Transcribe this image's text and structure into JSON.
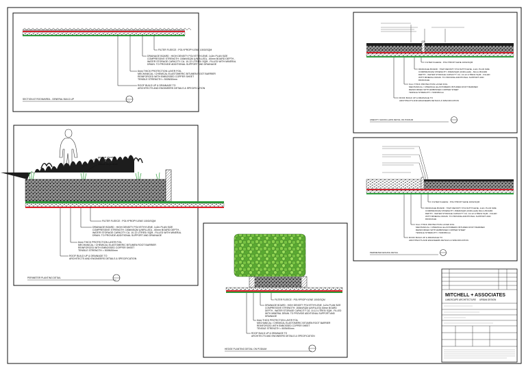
{
  "sheet": {
    "background": "#ffffff",
    "line_color": "#111111",
    "membrane_color": "#e0202a",
    "drainage_color": "#2e9e3c",
    "planting_color": "#6fbf3a"
  },
  "section_a": {
    "title": "SECTION AT ROOM/AREA - GENERAL BUILD-UP",
    "callouts": [
      "FILTER FLEECE : POLYPROPYLENE 100G/SQM",
      "DRAINAGE BOARD : HIGH DENSITY POLYETHYLENE, 1x2m PLAN SIZE",
      "COMPRESSIVE STRENGTH: 150kN/SQM (UNFILLED) - 60mm BOARD DEPTH -",
      "WATER STORAGE CAPACITY CA. 10-12 LITRES/ SQM - FILLED WITH MINERAL",
      "DRAIN. TO PROVIDE ADDITIONAL SUPPORT AND DRAINAGE",
      "6mm THICK PROTECTION LAYER FOIL",
      "MECHANICAL / CHEMICAL ELASTOMERIC BITUMEN ROOT BARRIER",
      "REINFORCED WITH EMBOSSED COPPER SHEET",
      "TENSILE STRENGTH = 500N/50mm",
      "ROOF BUILD UP & DRAINAGE TO",
      "ARCHITECTS AND ENGINEERS DETAILS & SPECIFICATION"
    ]
  },
  "section_b": {
    "title": "PERIMETER PLANTING DETAIL",
    "planting_note_1": "general planting",
    "planting_note_2": "shrubs on podium",
    "callouts": [
      "FILTER FLEECE : POLYPROPYLENE 100G/SQM",
      "DRAINAGE BOARD : HIGH DENSITY POLYETHYLENE, 1x2m PLAN SIZE",
      "COMPRESSIVE STRENGTH: 150kN/SQM (UNFILLED) - 60mm BOARD DEPTH -",
      "WATER STORAGE CAPACITY CA. 10-12 LITRES/ SQM - FILLED WITH MINERAL",
      "DRAIN. TO PROVIDE ADDITIONAL SUPPORT AND DRAINAGE",
      "6mm THICK PROTECTION LAYER FOIL",
      "MECHANICAL / CHEMICAL ELASTOMERIC BITUMEN ROOT BARRIER",
      "REINFORCED WITH EMBOSSED COPPER SHEET",
      "TENSILE STRENGTH = 500N/50mm",
      "ROOF BUILD UP & DRAINAGE TO",
      "ARCHITECTS AND ENGINEERS DETAILS & SPECIFICATION"
    ]
  },
  "section_c": {
    "title": "HEDGE PLANTING DETAIL ON PODIUM",
    "callouts": [
      "FILTER FLEECE : POLYPROPYLENE 100G/SQM",
      "DRAINAGE BOARD : HIGH DENSITY POLYETHYLENE, 1x2m PLAN SIZE",
      "COMPRESSIVE STRENGTH: 150kN/SQM (UNFILLED) 60mm BOARD",
      "DEPTH - WATER STORAGE CAPACITY CA. 10-12 LITRES/ SQM - FILLED",
      "WITH MINERAL DRAIN. TO PROVIDE ADDITIONAL SUPPORT AND",
      "DRAINAGE",
      "6mm THICK PROTECTION LAYER FOIL",
      "MECHANICAL / CHEMICAL ELASTOMERIC BITUMEN ROOT BARRIER",
      "REINFORCED WITH EMBOSSED COPPER SHEET",
      "TENSILE STRENGTH = 500N/50mm",
      "ROOF BUILD UP & DRAINAGE TO",
      "ARCHITECTS AND ENGINEERS DETAILS & SPECIFICATION"
    ]
  },
  "section_d": {
    "title": "AMENITY GRASS LAWN DETAIL ON PODIUM",
    "callouts": [
      "FILTER FLEECE : POLYPROPYLENE 100G/SQM",
      "DRAINAGE BOARD : HIGH DENSITY POLYETHYLENE, 1x2m PLAN SIZE",
      "COMPRESSIVE STRENGTH: 150kN/SQM (UNFILLED) - 60mm BOARD",
      "DEPTH - WATER STORAGE CAPACITY CA. 10-12 LITRES/ SQM - FILLED",
      "WITH MINERAL DRAIN. TO PROVIDE ADDITIONAL SUPPORT AND",
      "DRAINAGE",
      "6mm THICK PROTECTION LAYER FOIL",
      "MECHANICAL / CHEMICAL ELASTOMERIC BITUMEN ROOT BARRIER",
      "REINFORCED WITH EMBOSSED COPPER SHEET",
      "TENSILE STRENGTH = 500N/50mm",
      "ROOF BUILD UP & DRAINAGE TO",
      "ARCHITECTS AND ENGINEERS DETAILS & SPECIFICATION"
    ]
  },
  "section_e": {
    "title": "PERIMETER EDGING DETAIL",
    "callouts": [
      "FILTER FLEECE : POLYPROPYLENE 100G/SQM",
      "DRAINAGE BOARD : HIGH DENSITY POLYETHYLENE, 1x2m PLAN SIZE",
      "COMPRESSIVE STRENGTH: 150kN/SQM (UNFILLED) 60mm BOARD",
      "DEPTH - WATER STORAGE CAPACITY CA. 10-12 LITRES/ SQM - FILLED",
      "WITH MINERAL DRAIN. TO PROVIDE ADDITIONAL SUPPORT AND",
      "DRAINAGE",
      "6mm THICK PROTECTION LAYER FOIL",
      "MECHANICAL / CHEMICAL ELASTOMERIC BITUMEN ROOT BARRIER",
      "REINFORCED WITH EMBOSSED COPPER SHEET",
      "TENSILE STRENGTH = 500N/50mm",
      "ROOF BUILD UP & DRAINAGE TO",
      "ARCHITECTS AND ENGINEERS DETAILS & SPECIFICATION"
    ]
  },
  "title_block": {
    "firm": "MITCHELL + ASSOCIATES",
    "discipline": "LANDSCAPE ARCHITECTURE",
    "subtitle": "URBAN DESIGN"
  }
}
